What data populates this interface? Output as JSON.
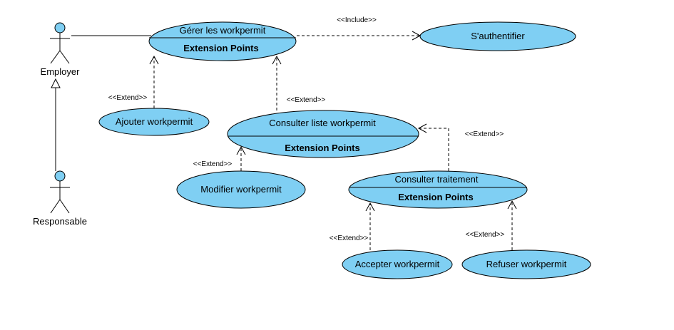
{
  "colors": {
    "usecase_fill": "#7fcff3",
    "stroke": "#000000",
    "background": "#ffffff"
  },
  "actors": {
    "employer": {
      "name": "Employer"
    },
    "responsable": {
      "name": "Responsable"
    }
  },
  "usecases": {
    "gerer": {
      "name": "Gérer les workpermit",
      "extension_points": "Extension Points"
    },
    "authentifier": {
      "name": "S'authentifier"
    },
    "ajouter": {
      "name": "Ajouter workpermit"
    },
    "consulter_liste": {
      "name": "Consulter liste workpermit",
      "extension_points": "Extension Points"
    },
    "modifier": {
      "name": "Modifier workpermit"
    },
    "consulter_traitement": {
      "name": "Consulter traitement",
      "extension_points": "Extension Points"
    },
    "accepter": {
      "name": "Accepter workpermit"
    },
    "refuser": {
      "name": "Refuser workpermit"
    }
  },
  "relations": {
    "include_auth": "<<Include>>",
    "extend_ajouter": "<<Extend>>",
    "extend_consulter_liste": "<<Extend>>",
    "extend_modifier": "<<Extend>>",
    "extend_traitement": "<<Extend>>",
    "extend_accepter": "<<Extend>>",
    "extend_refuser": "<<Extend>>"
  }
}
